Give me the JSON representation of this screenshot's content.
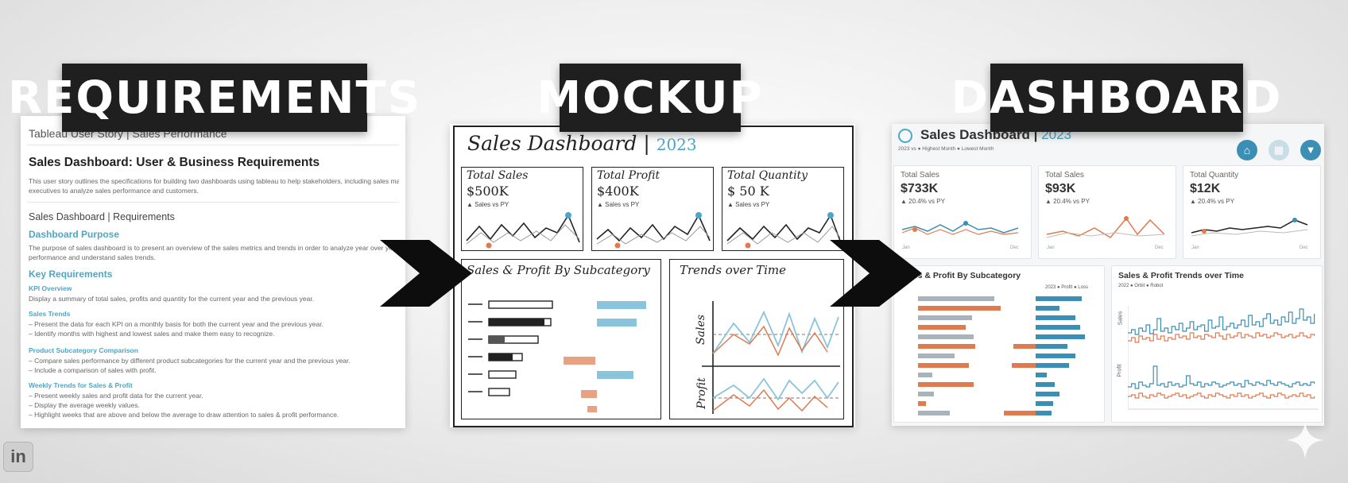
{
  "labels": {
    "requirements": "REQUIREMENTS",
    "mockup": "MOCKUP",
    "dashboard": "DASHBOARD"
  },
  "requirements": {
    "top_title": "Tableau User Story | Sales Performance",
    "doc_title": "Sales Dashboard: User & Business Requirements",
    "intro": [
      "This user story outlines the specifications for building two dashboards using tableau to help stakeholders, including sales managers and",
      "executives to analyze sales performance and customers."
    ],
    "section_title": "Sales Dashboard | Requirements",
    "purpose_heading": "Dashboard Purpose",
    "purpose_text": [
      "The purpose of sales dashboard is to present an overview of the sales metrics and trends in order to analyze year over year sales",
      "performance and understand sales trends."
    ],
    "key_heading": "Key Requirements",
    "kpi_heading": "KPI Overview",
    "kpi_text": "Display a summary of total sales, profits and quantity for the current year and the previous year.",
    "trends_heading": "Sales Trends",
    "trends_text": [
      "– Present the data for each KPI on a monthly basis for both the current year and the previous year.",
      "– Identify months with highest and lowest sales and make them easy to recognize."
    ],
    "subcat_heading": "Product Subcategory Comparison",
    "subcat_text": [
      "– Compare sales performance by different product subcategories for the current year and the previous year.",
      "– Include a comparison of sales with profit."
    ],
    "weekly_heading": "Weekly Trends for Sales & Profit",
    "weekly_text": [
      "– Present weekly sales and profit data for the current year.",
      "– Display the average weekly values.",
      "– Highlight weeks that are above and below the average to draw attention to sales & profit performance."
    ]
  },
  "mockup": {
    "title": "Sales Dashboard |",
    "year": "2023",
    "kpis": [
      {
        "label": "Total Sales",
        "value": "$500K",
        "delta": "▲ Sales vs PY"
      },
      {
        "label": "Total Profit",
        "value": "$400K",
        "delta": "▲ Sales vs PY"
      },
      {
        "label": "Total Quantity",
        "value": "$ 50 K",
        "delta": "▲ Sales vs PY"
      }
    ],
    "subcat_title": "Sales & Profit By Subcategory",
    "trends_title": "Trends over Time",
    "axis_sales": "Sales",
    "axis_profit": "Profit"
  },
  "dashboard": {
    "title": "Sales Dashboard |",
    "year": "2023",
    "legend": "2023 vs ● Highest Month ● Lowest Month",
    "kpis": [
      {
        "label": "Total Sales",
        "value": "$733K",
        "delta": "▲ 20.4% vs PY"
      },
      {
        "label": "Total Sales",
        "value": "$93K",
        "delta": "▲ 20.4% vs PY"
      },
      {
        "label": "Total Quantity",
        "value": "$12K",
        "delta": "▲ 20.4% vs PY"
      }
    ],
    "subcat_title": "Sales & Profit By Subcategory",
    "subcat_legend": "2023 ● Profit ● Loss",
    "trends_title": "Sales & Profit Trends over Time",
    "trends_legend": "2022 ● Orbit ● Robot",
    "axis_sales": "Sales",
    "axis_profit": "Profit",
    "month_start": "Jan",
    "month_end": "Dec"
  },
  "colors": {
    "accent": "#4aa7c9",
    "blue": "#3b8fb5",
    "orange": "#e07a4f",
    "label_bg": "#1f1f1f"
  },
  "icons": [
    "linkedin-icon",
    "sparkle-icon",
    "chevron-right-icon",
    "filter-icon",
    "bank-icon",
    "grid-icon",
    "compass-icon"
  ],
  "linkedin_text": "in"
}
